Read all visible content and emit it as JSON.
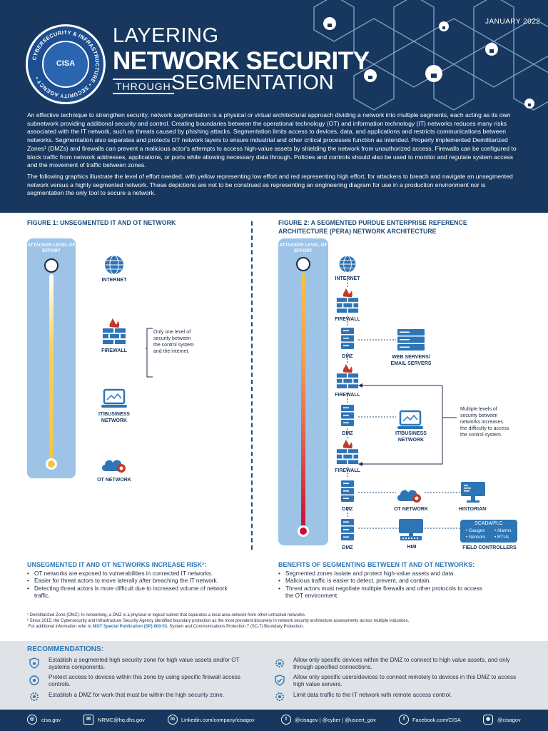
{
  "header": {
    "date": "JANUARY 2022",
    "title_line1": "LAYERING",
    "title_line2": "NETWORK SECURITY",
    "title_through": "THROUGH",
    "title_line3": "SEGMENTATION",
    "seal_ring_text": "CYBERSECURITY & INFRASTRUCTURE SECURITY AGENCY",
    "seal_acronym": "CISA",
    "intro_p1": "An effective technique to strengthen security, network segmentation is a physical or virtual architectural approach dividing a network into multiple segments, each acting as its own subnetwork providing additional security and control. Creating boundaries between the operational technology (OT) and information technology (IT) networks reduces many risks associated with the IT network, such as threats caused by phishing attacks. Segmentation limits access to devices, data, and applications and restricts communications between networks. Segmentation also separates and protects OT network layers to ensure industrial and other critical processes function as intended. Properly implemented Demilitarized Zones¹ (DMZs) and firewalls can prevent a malicious actor's attempts to access high-value assets by shielding the network from unauthorized access. Firewalls can be configured to block traffic from network addresses, applications, or ports while allowing necessary data through. Policies and controls should also be used to monitor and regulate system access and the movement of traffic between zones.",
    "intro_p2": "The following graphics illustrate the level of effort needed, with yellow representing low effort and red representing high effort, for attackers to breach and navigate an unsegmented network versus a highly segmented network. These depictions are not to be construed as representing an engineering diagram for use in a production environment nor is segmentation the only tool to secure a network."
  },
  "figure1": {
    "title": "FIGURE 1: UNSEGMENTED IT AND OT NETWORK",
    "effort_label": "ATTACKER LEVEL OF EFFORT",
    "nodes": {
      "internet": "INTERNET",
      "firewall": "FIREWALL",
      "it_business": "IT/BUSINESS NETWORK",
      "ot_network": "OT NETWORK"
    },
    "callout": "Only one level of security between the control system and the internet."
  },
  "figure2": {
    "title_line1": "FIGURE 2: A SEGMENTED PURDUE ENTERPRISE REFERENCE",
    "title_line2": "ARCHITECTURE (PERA) NETWORK ARCHITECTURE",
    "effort_label": "ATTACKER LEVEL OF EFFORT",
    "nodes": {
      "internet": "INTERNET",
      "firewall": "FIREWALL",
      "dmz": "DMZ",
      "web_servers": "WEB SERVERS/ EMAIL SERVERS",
      "it_business": "IT/BUSINESS NETWORK",
      "ot_network": "OT NETWORK",
      "historian": "HISTORIAN",
      "hmi": "HMI",
      "scada_title": "SCADA/PLC",
      "gauges": "Gauges",
      "alarms": "Alarms",
      "sensors": "Sensors",
      "rtus": "RTUs",
      "field_controllers": "FIELD CONTROLLERS"
    },
    "callout": "Multiple levels of security between networks increases the difficulty to access the control system."
  },
  "risk": {
    "title": "UNSEGMENTED IT AND OT NETWORKS INCREASE RISK²:",
    "bullets": [
      "OT networks are exposed to vulnerabilities in connected IT networks.",
      "Easier for threat actors to move laterally after breaching the IT network.",
      "Detecting threat actors is more difficult due to increased volume of network traffic."
    ]
  },
  "benefits": {
    "title": "BENEFITS OF SEGMENTING BETWEEN IT AND OT NETWORKS:",
    "bullets": [
      "Segmented zones isolate and protect high-value assets and data.",
      "Malicious traffic is easier to detect, prevent, and contain.",
      "Threat actors must negotiate multiple firewalls and other protocols to access the OT environment."
    ]
  },
  "footnotes": {
    "fn1": "¹ Demilitarized Zone (DMZ): In networking, a DMZ is a physical or logical subnet that separates a local area network from other untrusted networks.",
    "fn2": "² Since 2015, the Cybersecurity and Infrastructure Security Agency identified boundary protection as the most prevalent discovery in network security architecture assessments across multiple industries.",
    "fn3_prefix": "For additional information refer to ",
    "fn3_link": "NIST Special Publication (SP) 800-53",
    "fn3_suffix": ", System and Communications Protection 7 (SC-7) Boundary Protection."
  },
  "recommendations": {
    "title": "RECOMMENDATIONS:",
    "left": [
      "Establish a segmented high security zone for high value assets and/or OT systems components.",
      "Protect access to devices within this zone by using specific firewall access controls.",
      "Establish a DMZ for work that must be within the high security zone."
    ],
    "right": [
      "Allow only specific devices within the DMZ to connect to high value assets, and only through specified connections.",
      "Allow only specific users/devices to connect remotely to devices in this DMZ to access high value servers.",
      "Limit data traffic to the IT network with remote access control."
    ]
  },
  "footer": {
    "site": "cisa.gov",
    "email": "NRMC@hq.dhs.gov",
    "linkedin": "Linkedin.com/company/cisagov",
    "twitter": "@cisagov | @cyber | @uscert_gov",
    "facebook": "Facebook.com/CISA",
    "instagram": "@cisagov"
  },
  "colors": {
    "navy": "#17375e",
    "accent_blue": "#2e75b6",
    "effort_panel": "#9dc3e6",
    "low_effort_yellow": "#f6c342",
    "high_effort_red": "#c8102e",
    "firewall_red": "#c0392b"
  }
}
